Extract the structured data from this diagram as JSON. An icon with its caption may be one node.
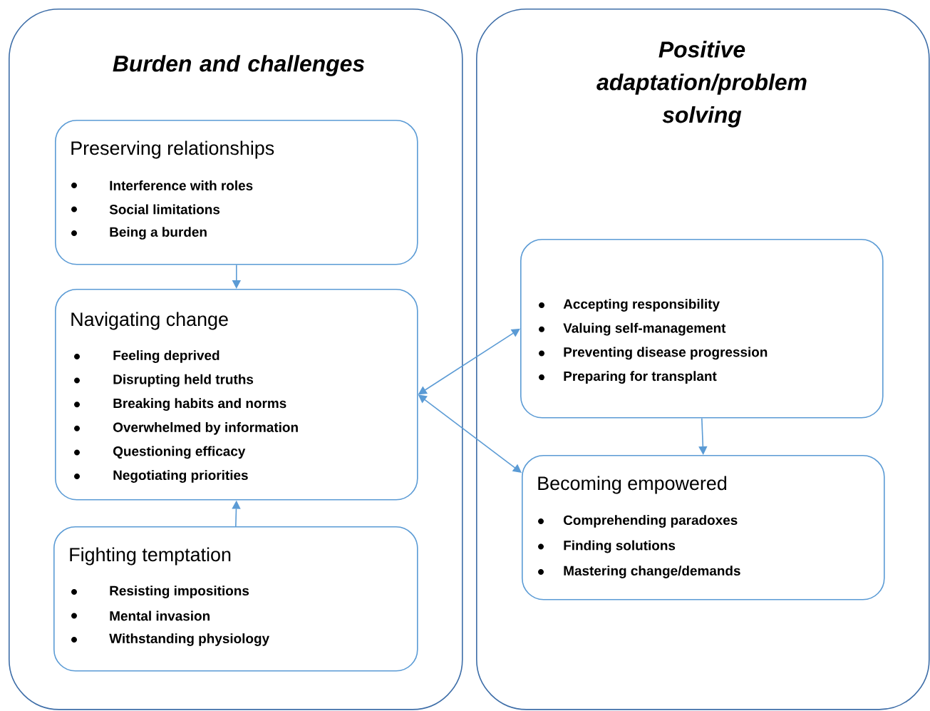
{
  "diagram": {
    "nodes": [
      {
        "text": [
          "Burden and challenges"
        ]
      },
      {
        "text": [
          "Positive adaptation/problem solving"
        ]
      },
      {
        "text": [
          "Preserving relationships",
          "Interference with roles",
          "Social limitations",
          "Being a burden"
        ],
        "in": 0
      },
      {
        "text": [
          "Navigating change",
          "Feeling deprived",
          "Disrupting held truths",
          "Breaking habits and norms",
          "Overwhelmed by information",
          "Questioning efficacy",
          "Negotiating priorities"
        ],
        "in": 0
      },
      {
        "text": [
          "Fighting temptation",
          "Resisting impositions",
          "Mental invasion",
          "Withstanding physiology"
        ],
        "in": 0
      },
      {
        "text": [
          "Accepting responsibility",
          "Valuing self-management",
          "Preventing disease progression",
          "Preparing for transplant"
        ],
        "in": 1
      },
      {
        "text": [
          "Becoming empowered",
          "Comprehending paradoxes",
          "Finding solutions",
          "Mastering change/demands"
        ],
        "in": 1
      }
    ],
    "edges": [
      {
        "from": 2,
        "to": 3,
        "arrow": "to"
      },
      {
        "from": 4,
        "to": 3,
        "arrow": "to"
      },
      {
        "from": 3,
        "to": 5,
        "arrow": "both"
      },
      {
        "from": 3,
        "to": 6,
        "arrow": "both"
      },
      {
        "from": 5,
        "to": 6,
        "arrow": "to"
      }
    ]
  }
}
